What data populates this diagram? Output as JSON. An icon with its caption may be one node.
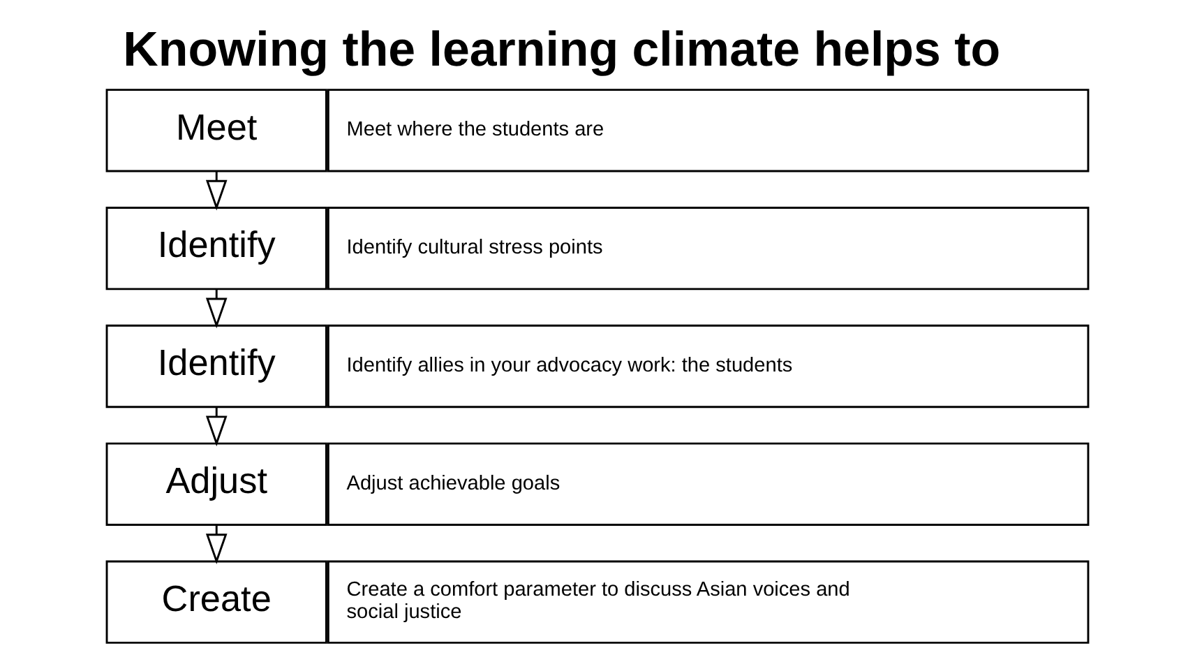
{
  "diagram": {
    "title": "Knowing the learning climate helps to",
    "nodes": [
      {
        "text": [
          "Meet"
        ]
      },
      {
        "text": [
          "Meet where the students are"
        ]
      },
      {
        "text": [
          "Identify"
        ]
      },
      {
        "text": [
          "Identify cultural stress points"
        ]
      },
      {
        "text": [
          "Identify"
        ]
      },
      {
        "text": [
          "Identify allies in your advocacy work: the students"
        ]
      },
      {
        "text": [
          "Adjust"
        ]
      },
      {
        "text": [
          "Adjust achievable goals"
        ]
      },
      {
        "text": [
          "Create"
        ]
      },
      {
        "text": [
          "Create a comfort parameter to discuss Asian voices and social justice"
        ]
      }
    ],
    "edges": [
      {
        "from": 0,
        "to": 2,
        "arrow": "to"
      },
      {
        "from": 2,
        "to": 4,
        "arrow": "to"
      },
      {
        "from": 4,
        "to": 6,
        "arrow": "to"
      },
      {
        "from": 6,
        "to": 8,
        "arrow": "to"
      }
    ]
  }
}
